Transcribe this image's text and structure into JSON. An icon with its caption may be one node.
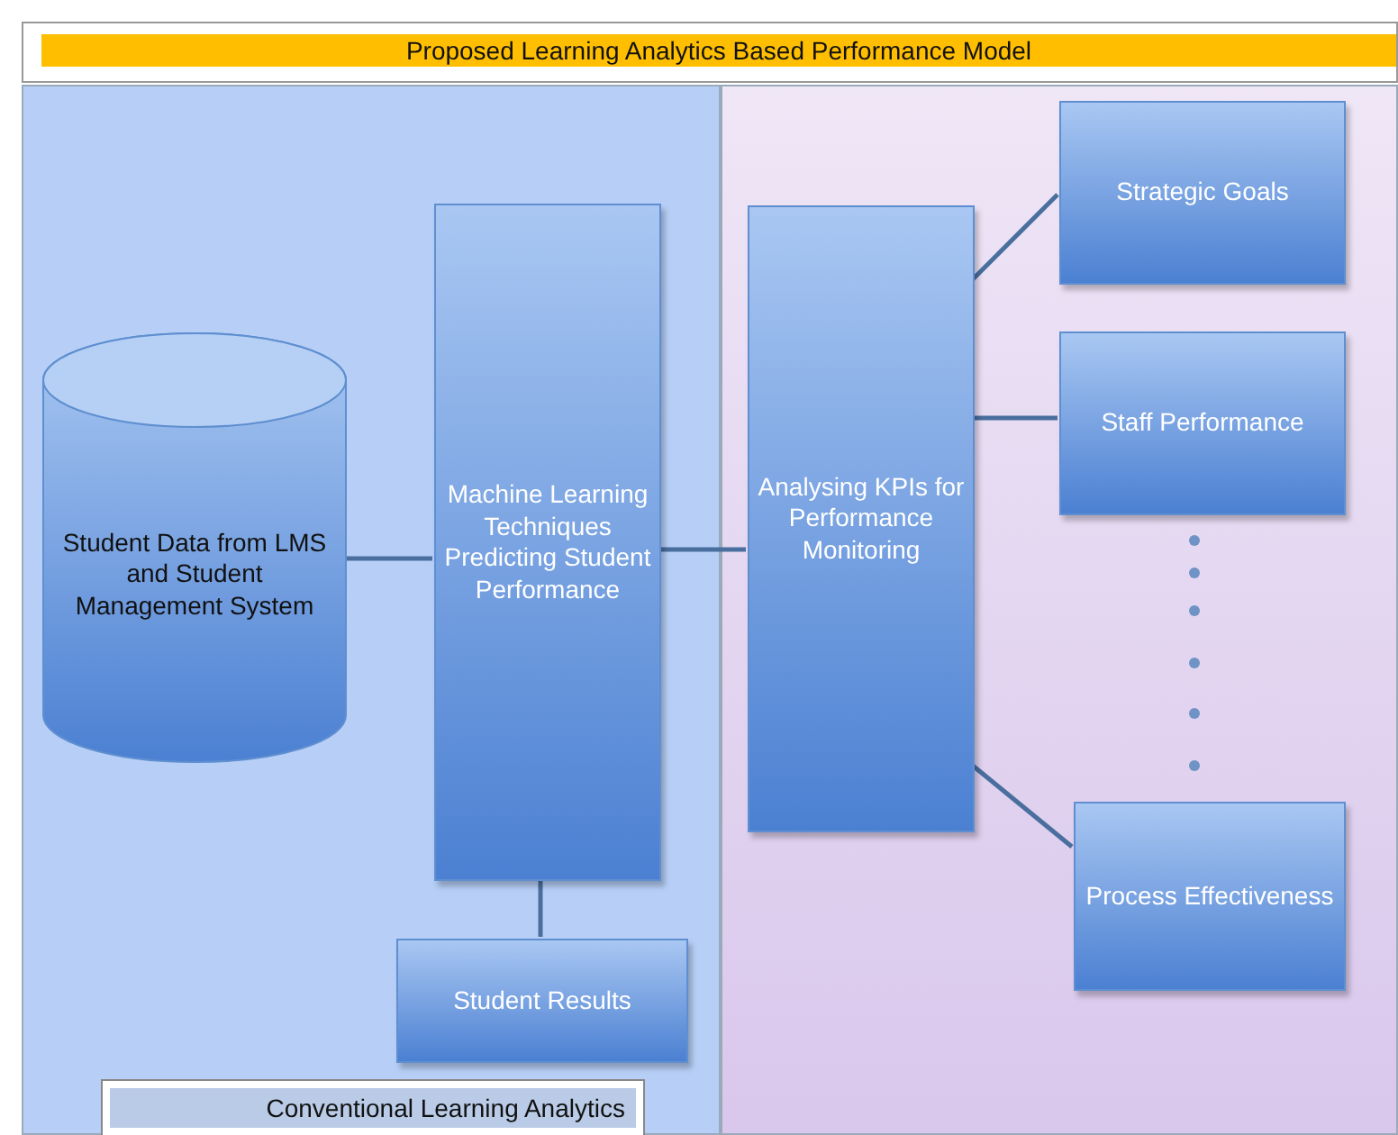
{
  "diagram": {
    "title": "Proposed Learning Analytics Based Performance Model",
    "nodes": [
      {
        "text": [
          "Conventional Learning Analytics"
        ]
      },
      {
        "text": [],
        "shape": "box"
      },
      {
        "text": [
          "Student Data from LMS and Student Management System"
        ],
        "in": 0
      },
      {
        "text": [
          "Machine Learning Techniques Predicting Student Performance"
        ],
        "in": 0
      },
      {
        "text": [
          "Student Results"
        ],
        "in": 0
      },
      {
        "text": [
          "Analysing KPIs for Performance Monitoring"
        ],
        "in": 1
      },
      {
        "text": [
          "Strategic Goals"
        ],
        "in": 1
      },
      {
        "text": [
          "Staff Performance"
        ],
        "in": 1
      },
      {
        "text": [
          "Process Effectiveness"
        ],
        "in": 1
      }
    ],
    "edges": [
      {
        "from": 2,
        "to": 3,
        "arrow": "none"
      },
      {
        "from": 3,
        "to": 5,
        "arrow": "none"
      },
      {
        "from": 3,
        "to": 4,
        "arrow": "none"
      },
      {
        "from": 5,
        "to": 6,
        "arrow": "none"
      },
      {
        "from": 5,
        "to": 7,
        "arrow": "none"
      },
      {
        "from": 5,
        "to": 8,
        "arrow": "none"
      }
    ]
  }
}
